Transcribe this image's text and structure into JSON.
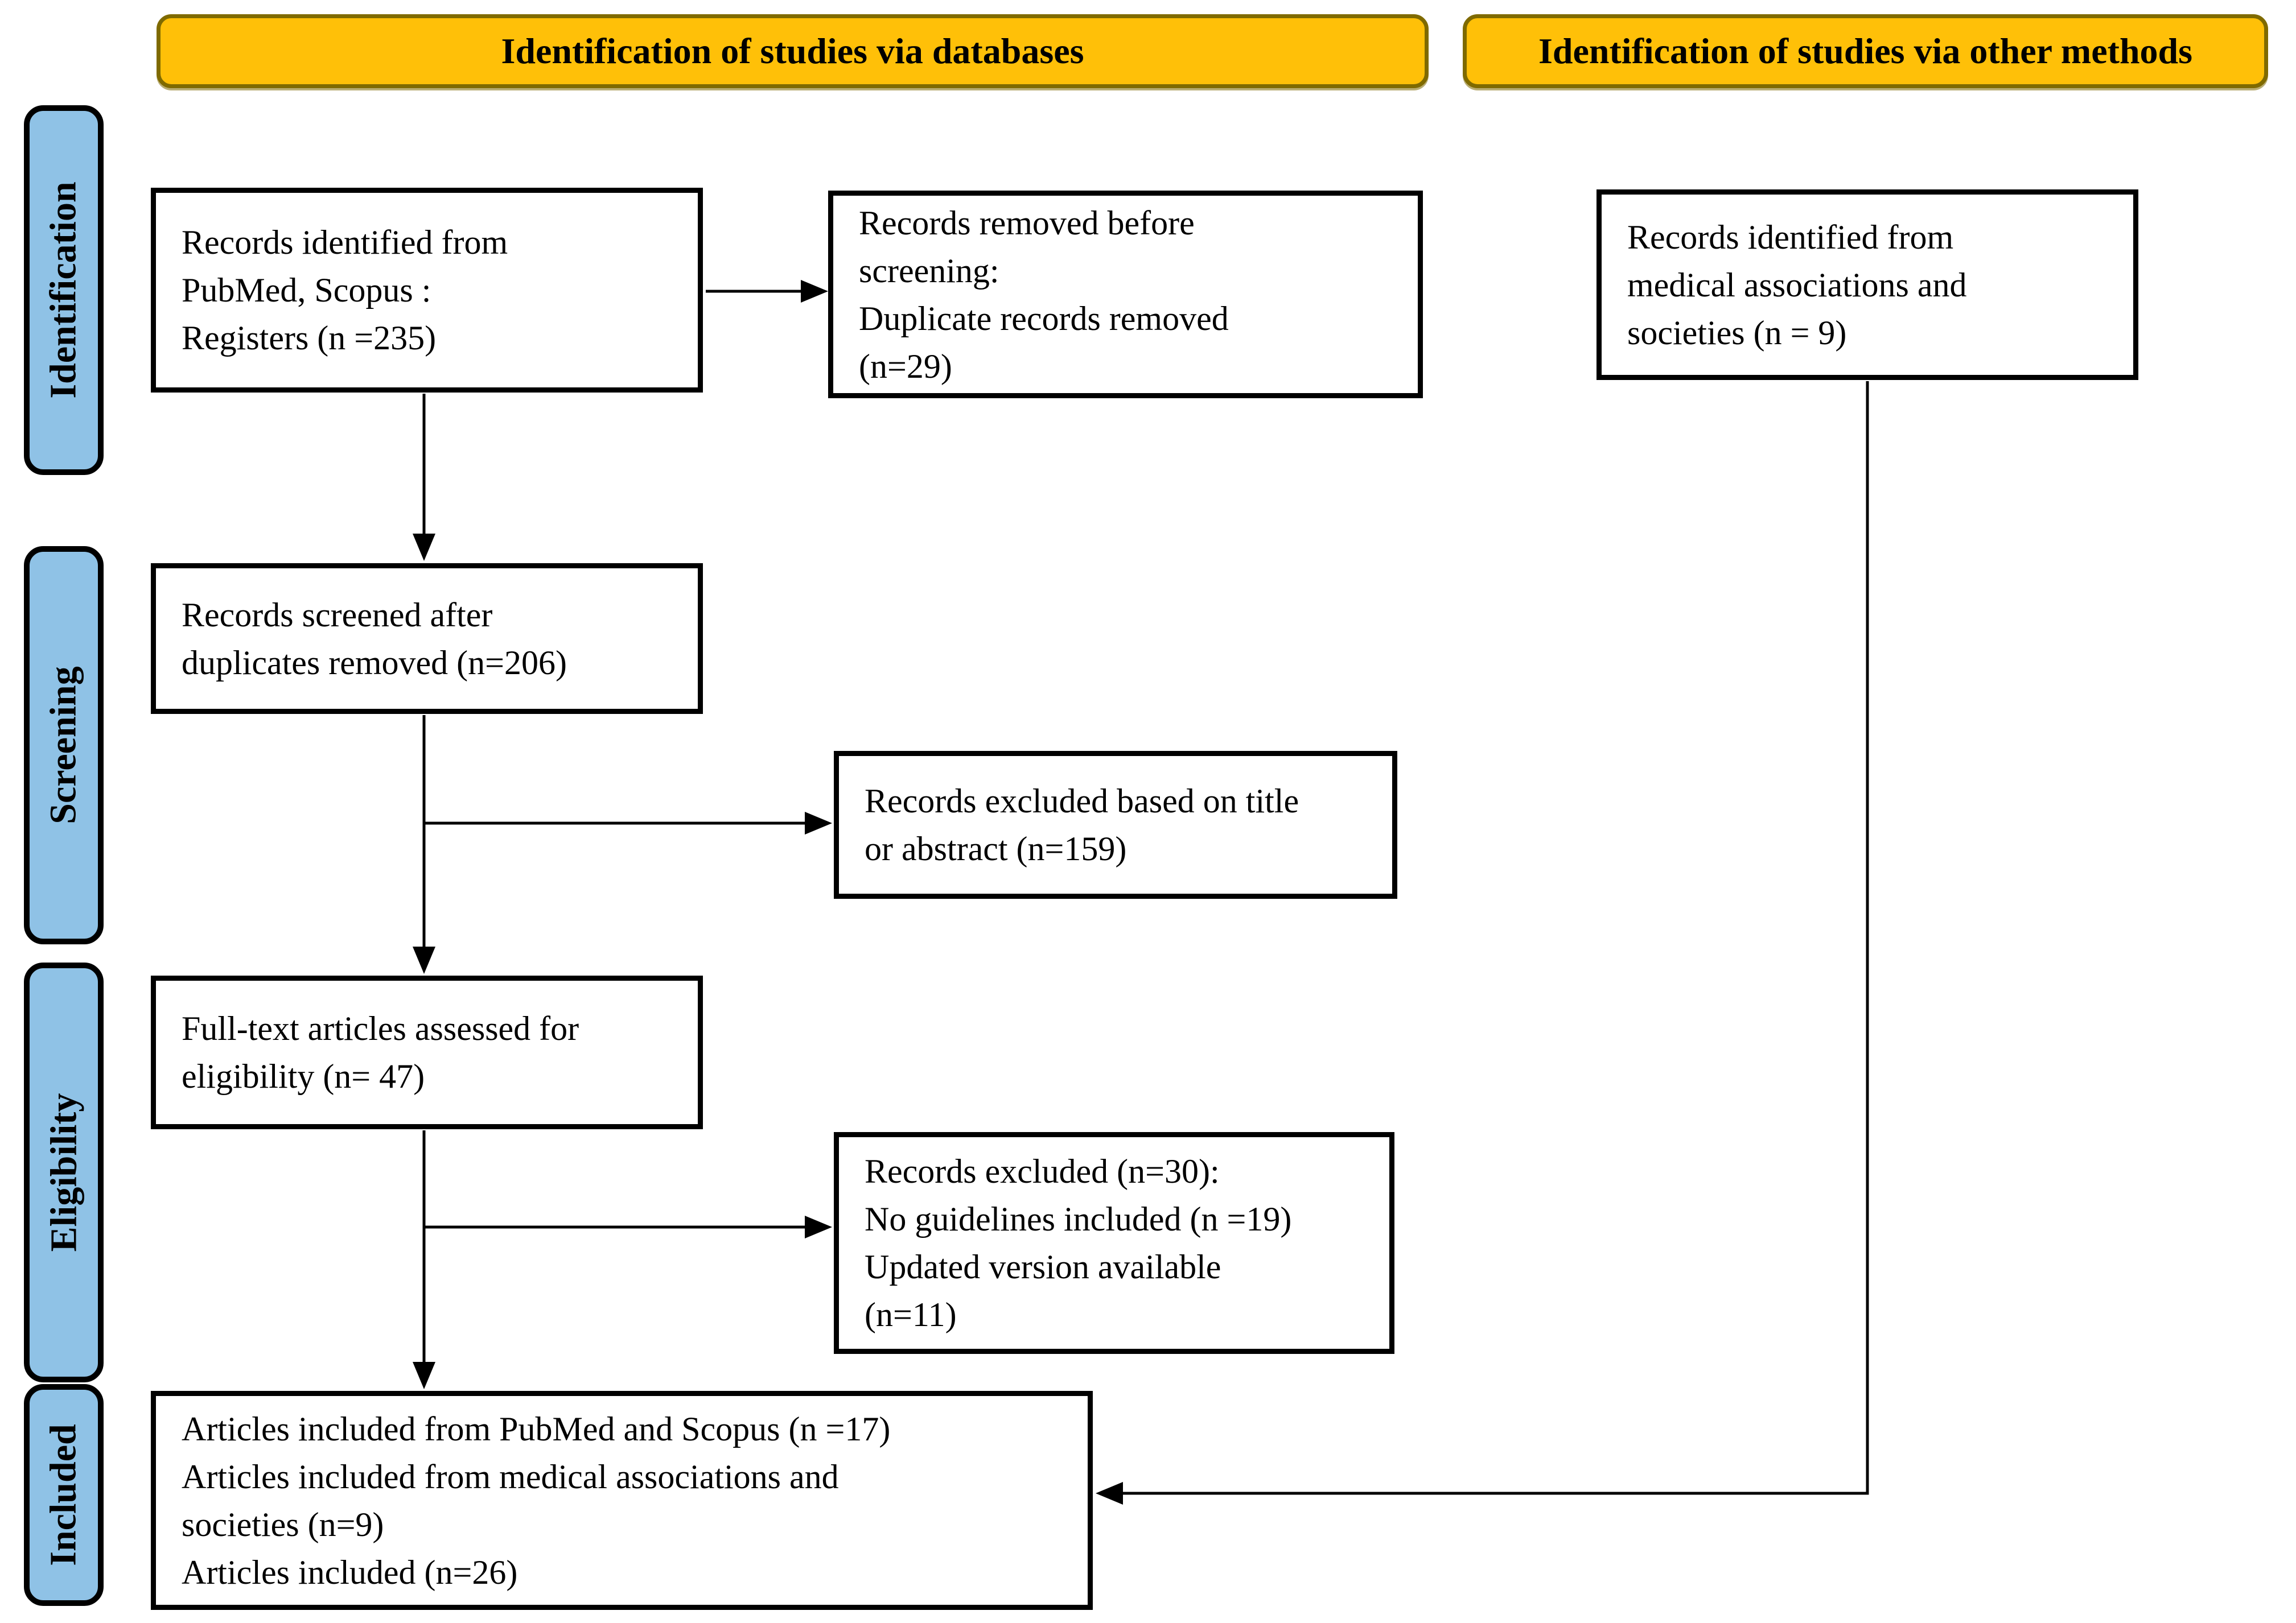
{
  "colors": {
    "banner_fill": "#FFC008",
    "banner_border": "#7F6A00",
    "stage_fill": "#8FC2E6",
    "box_border": "#000000",
    "background": "#FFFFFF"
  },
  "banners": {
    "databases": "Identification of studies via databases",
    "other_methods": "Identification of studies via other methods"
  },
  "stages": {
    "identification": "Identification",
    "screening": "Screening",
    "eligibility": "Eligibility",
    "included": "Included"
  },
  "boxes": {
    "records_identified_databases": "Records identified from\nPubMed, Scopus :\nRegisters (n =235)",
    "records_removed_before_screening": "Records removed before\nscreening:\nDuplicate records removed\n(n=29)",
    "records_identified_other": "Records identified from\nmedical associations and\nsocieties (n = 9)",
    "records_screened": "Records screened after\nduplicates removed (n=206)",
    "records_excluded_title_abstract": "Records excluded based on title\nor abstract (n=159)",
    "fulltext_assessed": "Full-text articles assessed for\neligibility (n= 47)",
    "records_excluded_fulltext": "Records excluded (n=30):\nNo guidelines included (n =19)\nUpdated version available\n(n=11)",
    "articles_included": "Articles included from PubMed and Scopus (n =17)\nArticles included from medical associations and\nsocieties (n=9)\nArticles included (n=26)"
  }
}
